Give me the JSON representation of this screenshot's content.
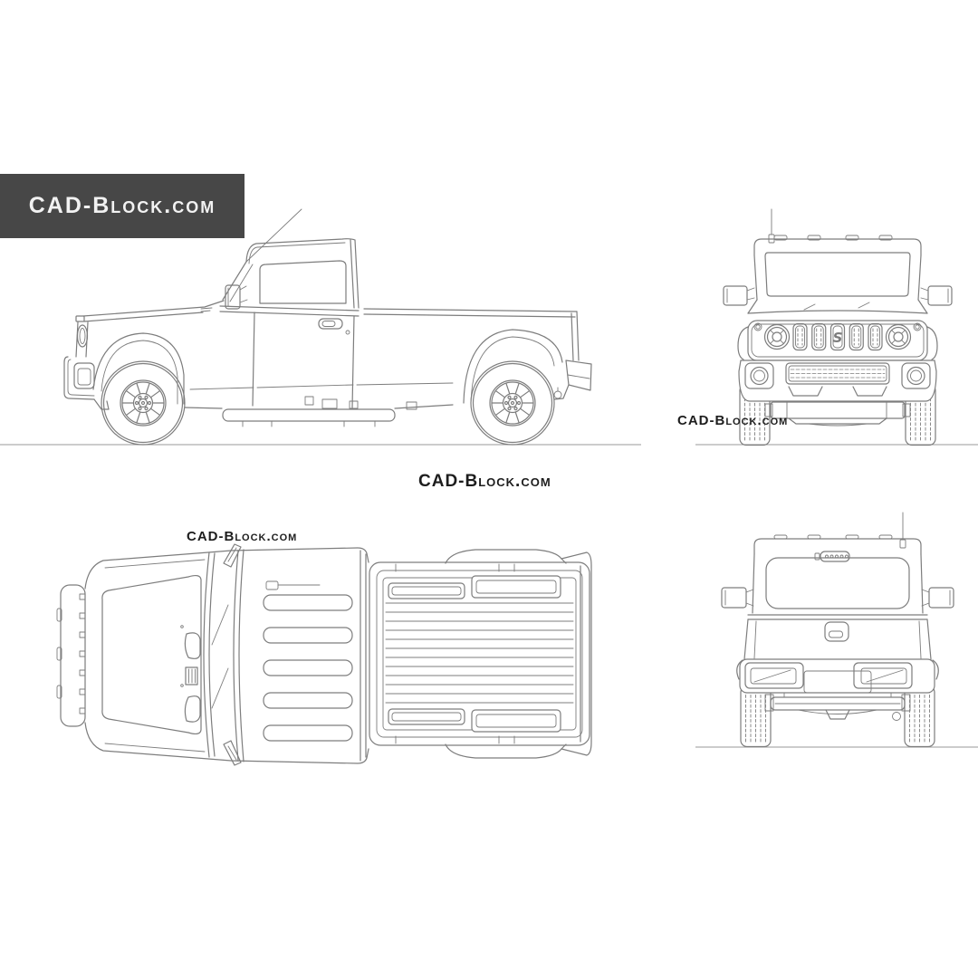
{
  "logo": {
    "text": "CAD-Block.com"
  },
  "watermarks": {
    "center": "CAD-Block.com",
    "front_view": "CAD-Block.com",
    "top_view": "CAD-Block.com"
  },
  "drawing": {
    "subject": "pickup-truck-blueprint",
    "views": [
      "side-view",
      "front-view",
      "top-view",
      "rear-view"
    ],
    "grille_logo_letter": "S"
  },
  "colors": {
    "background": "#ffffff",
    "line": "#7d7d7d",
    "ground_line": "#9a9a9a",
    "logo_bg": "#474747",
    "logo_text": "#f2f2f2",
    "watermark_text": "#1d1d1d"
  }
}
